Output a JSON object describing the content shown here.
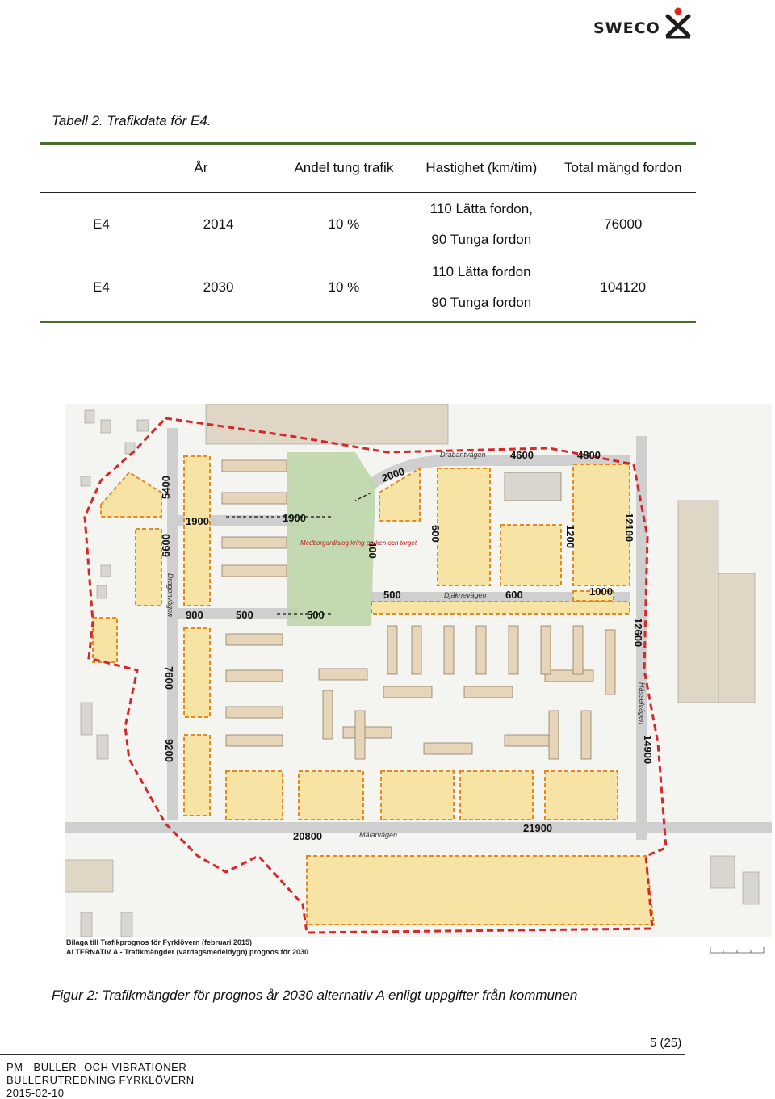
{
  "header": {
    "logo_text": "SWECO",
    "logo_icon": "sweco-star-icon"
  },
  "table_caption": "Tabell 2. Trafikdata för E4.",
  "table": {
    "columns": [
      "",
      "År",
      "Andel tung trafik",
      "Hastighet (km/tim)",
      "Total mängd fordon"
    ],
    "rows": [
      {
        "road": "E4",
        "year": "2014",
        "heavy": "10 %",
        "speed_1": "110 Lätta fordon,",
        "speed_2": "90 Tunga fordon",
        "total": "76000"
      },
      {
        "road": "E4",
        "year": "2030",
        "heavy": "10 %",
        "speed_1": "110 Lätta fordon",
        "speed_2": "90 Tunga fordon",
        "total": "104120"
      }
    ]
  },
  "map": {
    "street_names": [
      "Drabantvägen",
      "Djäknevägen",
      "Dragonvägen",
      "Hässelvägen",
      "Mälarvägen"
    ],
    "traffic_counts": [
      "5400",
      "1900",
      "1900",
      "2000",
      "4600",
      "4800",
      "400",
      "600",
      "1200",
      "12100",
      "6600",
      "500",
      "600",
      "1000",
      "900",
      "500",
      "500",
      "7600",
      "12600",
      "9200",
      "14900",
      "20800",
      "21900"
    ],
    "park_note": "Medborgardialog kring parken och torget",
    "legend_1": "Bilaga till Trafikprognos för Fyrklövern (februari 2015)",
    "legend_2": "ALTERNATIV A - Trafikmängder (vardagsmedeldygn) prognos för 2030",
    "colors": {
      "zone_fill": "#f7e3a4",
      "zone_border": "#e58a1f",
      "boundary": "#d6282b",
      "park": "#b9d3a6",
      "road": "#c9c9c9",
      "building": "#e6d5b8"
    }
  },
  "figure_caption": "Figur 2: Trafikmängder för prognos år 2030 alternativ A enligt uppgifter från kommunen",
  "page_number": "5 (25)",
  "footer": {
    "line1": "PM - BULLER- OCH VIBRATIONER",
    "line2": "BULLERUTREDNING FYRKLÖVERN",
    "line3": "2015-02-10"
  }
}
